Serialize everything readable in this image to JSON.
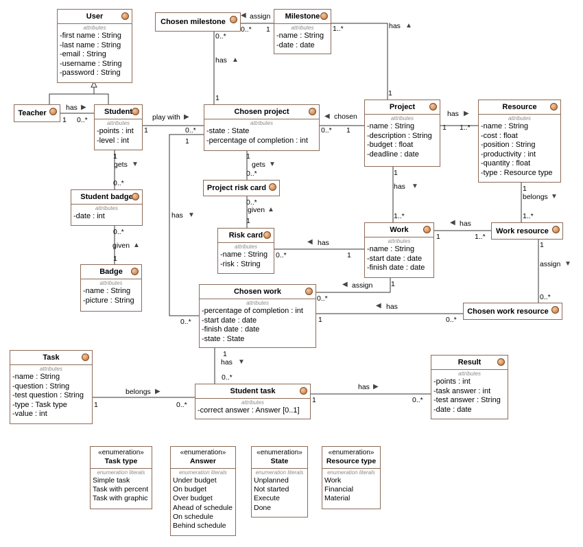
{
  "classes": {
    "user": {
      "name": "User",
      "section": "attributes",
      "attrs": [
        "-first name : String",
        "-last name : String",
        "-email : String",
        "-username : String",
        "-password : String"
      ]
    },
    "teacher": {
      "name": "Teacher"
    },
    "student": {
      "name": "Student",
      "section": "attributes",
      "attrs": [
        "-points : int",
        "-level : int"
      ]
    },
    "student_badge": {
      "name": "Student badge",
      "section": "attributes",
      "attrs": [
        "-date : int"
      ]
    },
    "badge": {
      "name": "Badge",
      "section": "attributes",
      "attrs": [
        "-name : String",
        "-picture : String"
      ]
    },
    "chosen_milestone": {
      "name": "Chosen milestone"
    },
    "milestone": {
      "name": "Milestone",
      "section": "attributes",
      "attrs": [
        "-name : String",
        "-date : date"
      ]
    },
    "chosen_project": {
      "name": "Chosen project",
      "section": "attributes",
      "attrs": [
        "-state : State",
        "-percentage of completion : int"
      ]
    },
    "project_risk_card": {
      "name": "Project risk card"
    },
    "risk_card": {
      "name": "Risk card",
      "section": "attributes",
      "attrs": [
        "-name : String",
        "-risk : String"
      ]
    },
    "project": {
      "name": "Project",
      "section": "attributes",
      "attrs": [
        "-name : String",
        "-description : String",
        "-budget : float",
        "-deadline : date"
      ]
    },
    "resource": {
      "name": "Resource",
      "section": "attributes",
      "attrs": [
        "-name : String",
        "-cost : float",
        "-position : String",
        "-productivity : int",
        "-quantity : float",
        "-type : Resource type"
      ]
    },
    "work": {
      "name": "Work",
      "section": "attributes",
      "attrs": [
        "-name : String",
        "-start date : date",
        "-finish date : date"
      ]
    },
    "work_resource": {
      "name": "Work resource"
    },
    "chosen_work": {
      "name": "Chosen work",
      "section": "attributes",
      "attrs": [
        "-percentage of completion : int",
        "-start date : date",
        "-finish date : date",
        "-state : State"
      ]
    },
    "chosen_work_resource": {
      "name": "Chosen work resource"
    },
    "task": {
      "name": "Task",
      "section": "attributes",
      "attrs": [
        "-name : String",
        "-question : String",
        "-test question : String",
        "-type : Task type",
        "-value : int"
      ]
    },
    "student_task": {
      "name": "Student task",
      "section": "attributes",
      "attrs": [
        "-correct answer : Answer [0..1]"
      ]
    },
    "result": {
      "name": "Result",
      "section": "attributes",
      "attrs": [
        "-points : int",
        "-task answer : int",
        "-test answer : String",
        "-date : date"
      ]
    }
  },
  "enums": {
    "task_type": {
      "stereotype": "«enumeration»",
      "name": "Task type",
      "section": "enumeration literals",
      "literals": [
        "Simple task",
        "Task with percent",
        "Task with graphic"
      ]
    },
    "answer": {
      "stereotype": "«enumeration»",
      "name": "Answer",
      "section": "enumeration literals",
      "literals": [
        "Under budget",
        "On budget",
        "Over budget",
        "Ahead of schedule",
        "On schedule",
        "Behind schedule"
      ]
    },
    "state": {
      "stereotype": "«enumeration»",
      "name": "State",
      "section": "enumeration literals",
      "literals": [
        "Unplanned",
        "Not started",
        "Execute",
        "Done"
      ]
    },
    "resource_type": {
      "stereotype": "«enumeration»",
      "name": "Resource type",
      "section": "enumeration literals",
      "literals": [
        "Work",
        "Financial",
        "Material"
      ]
    }
  },
  "associations": {
    "teacher_student": {
      "label": "has",
      "mult_a": "1",
      "mult_b": "0..*"
    },
    "student_chosenproject": {
      "label": "play with",
      "mult_a": "1",
      "mult_b": "0..*"
    },
    "student_studentbadge": {
      "label": "gets",
      "mult_a": "1",
      "mult_b": "0..*"
    },
    "studentbadge_badge": {
      "label": "given",
      "mult_a": "0..*",
      "mult_b": "1"
    },
    "chosenmilestone_milestone": {
      "label": "assign",
      "mult_a": "0..*",
      "mult_b": "1"
    },
    "chosenproject_chosenmilestone": {
      "label": "has",
      "mult_a": "1",
      "mult_b": "0..*"
    },
    "milestone_project": {
      "label": "has",
      "mult_a": "1..*",
      "mult_b": "1"
    },
    "chosenproject_project": {
      "label": "chosen",
      "mult_a": "0..*",
      "mult_b": "1"
    },
    "project_resource": {
      "label": "has",
      "mult_a": "1",
      "mult_b": "1..*"
    },
    "chosenproject_projectriskcard": {
      "label": "gets",
      "mult_a": "1",
      "mult_b": "0..*"
    },
    "projectriskcard_riskcard": {
      "label": "given",
      "mult_a": "0..*",
      "mult_b": "1"
    },
    "project_work": {
      "label": "has",
      "mult_a": "1",
      "mult_b": "1..*"
    },
    "resource_workresource": {
      "label": "belongs",
      "mult_a": "1",
      "mult_b": "1..*"
    },
    "workresource_work": {
      "label": "has",
      "mult_a": "1..*",
      "mult_b": "1"
    },
    "work_riskcard": {
      "label": "has",
      "mult_a": "1",
      "mult_b": "0..*"
    },
    "work_chosenwork": {
      "label": "assign",
      "mult_a": "1",
      "mult_b": "0..*"
    },
    "workresource_chosenworkresource": {
      "label": "assign",
      "mult_a": "1",
      "mult_b": "0..*"
    },
    "chosenwork_chosenworkresource": {
      "label": "has",
      "mult_a": "1",
      "mult_b": "0..*"
    },
    "chosenproject_chosenwork": {
      "label": "has",
      "mult_a": "1",
      "mult_b": "0..*"
    },
    "chosenwork_studenttask": {
      "label": "has",
      "mult_a": "1",
      "mult_b": "0..*"
    },
    "task_studenttask": {
      "label": "belongs",
      "mult_a": "1",
      "mult_b": "0..*"
    },
    "studenttask_result": {
      "label": "has",
      "mult_a": "1",
      "mult_b": "0..*"
    }
  },
  "colors": {
    "box_border": "#8b6a58",
    "line": "#333333",
    "section_text": "#8a8a8a"
  }
}
